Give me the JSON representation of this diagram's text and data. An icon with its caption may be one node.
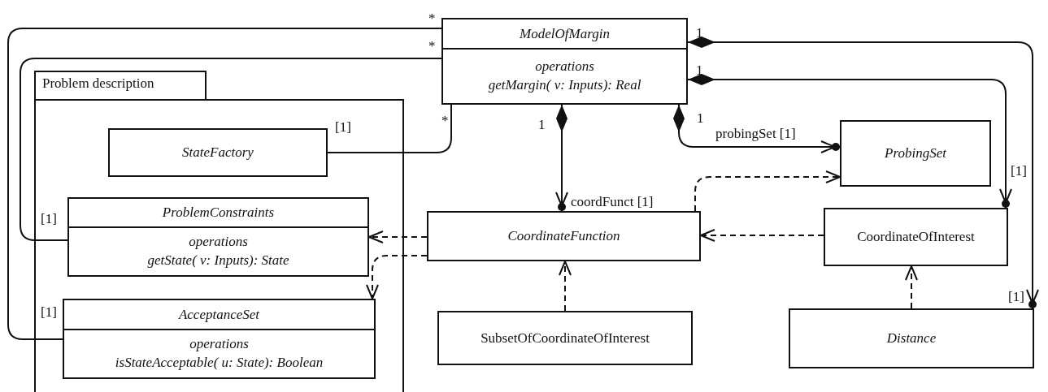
{
  "diagram": {
    "nodes": [
      {
        "text": [
          "ModelOfMargin",
          "operations",
          "getMargin( v: Inputs): Real"
        ]
      },
      {
        "text": [
          "Problem description"
        ]
      },
      {
        "text": [
          "StateFactory"
        ],
        "in": 1
      },
      {
        "text": [
          "ProblemConstraints",
          "operations",
          "getState( v: Inputs): State"
        ],
        "in": 1
      },
      {
        "text": [
          "AcceptanceSet",
          "operations",
          "isStateAcceptable( u: State): Boolean"
        ],
        "in": 1
      },
      {
        "text": [
          "ProbingSet"
        ]
      },
      {
        "text": [
          "CoordinateFunction"
        ]
      },
      {
        "text": [
          "CoordinateOfInterest"
        ]
      },
      {
        "text": [
          "SubsetOfCoordinateOfInterest"
        ]
      },
      {
        "text": [
          "Distance"
        ]
      }
    ],
    "edges": [
      {
        "from": 0,
        "to": 4,
        "arrow": "none"
      },
      {
        "from": 0,
        "to": 3,
        "arrow": "none"
      },
      {
        "from": 0,
        "to": 2,
        "arrow": "none"
      },
      {
        "from": 0,
        "to": 6,
        "arrow": "to",
        "label": "coordFunct [1]"
      },
      {
        "from": 0,
        "to": 5,
        "arrow": "to",
        "label": "probingSet [1]"
      },
      {
        "from": 0,
        "to": 7,
        "arrow": "to"
      },
      {
        "from": 0,
        "to": 9,
        "arrow": "to"
      },
      {
        "from": 6,
        "to": 5,
        "arrow": "to",
        "style": "dashed"
      },
      {
        "from": 6,
        "to": 3,
        "arrow": "to",
        "style": "dashed"
      },
      {
        "from": 6,
        "to": 4,
        "arrow": "to",
        "style": "dashed"
      },
      {
        "from": 7,
        "to": 6,
        "arrow": "to",
        "style": "dashed"
      },
      {
        "from": 8,
        "to": 6,
        "arrow": "to",
        "style": "dashed"
      },
      {
        "from": 9,
        "to": 7,
        "arrow": "to",
        "style": "dashed"
      }
    ],
    "labels": [
      "*",
      "1",
      "*",
      "1",
      "*",
      "[1]",
      "1",
      "1",
      "[1]",
      "[1]",
      "[1]",
      "[1]"
    ]
  }
}
